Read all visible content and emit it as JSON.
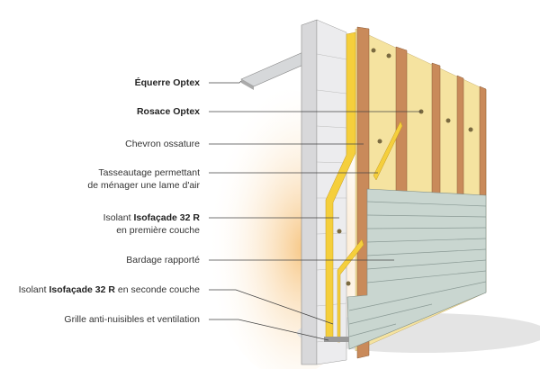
{
  "labels": [
    {
      "bold": "Équerre Optex"
    },
    {
      "bold": "Rosace Optex"
    },
    {
      "text": "Chevron ossature"
    },
    {
      "line1": "Tasseautage permettant",
      "line2": "de ménager une lame d'air"
    },
    {
      "pre": "Isolant ",
      "bold": "Isofaçade 32 R",
      "line2": "en première couche"
    },
    {
      "text": "Bardage rapporté"
    },
    {
      "pre": "Isolant ",
      "bold": "Isofaçade 32 R",
      "post": " en seconde couche"
    },
    {
      "text": "Grille anti-nuisibles et ventilation"
    }
  ],
  "colors": {
    "insulation": "#f5e3a0",
    "strip": "#f5cf3c",
    "chevron": "#c98a5a",
    "cladding": "#c9d6d0",
    "wall": "#e4e4e6",
    "glow": "#fbd9a8"
  }
}
